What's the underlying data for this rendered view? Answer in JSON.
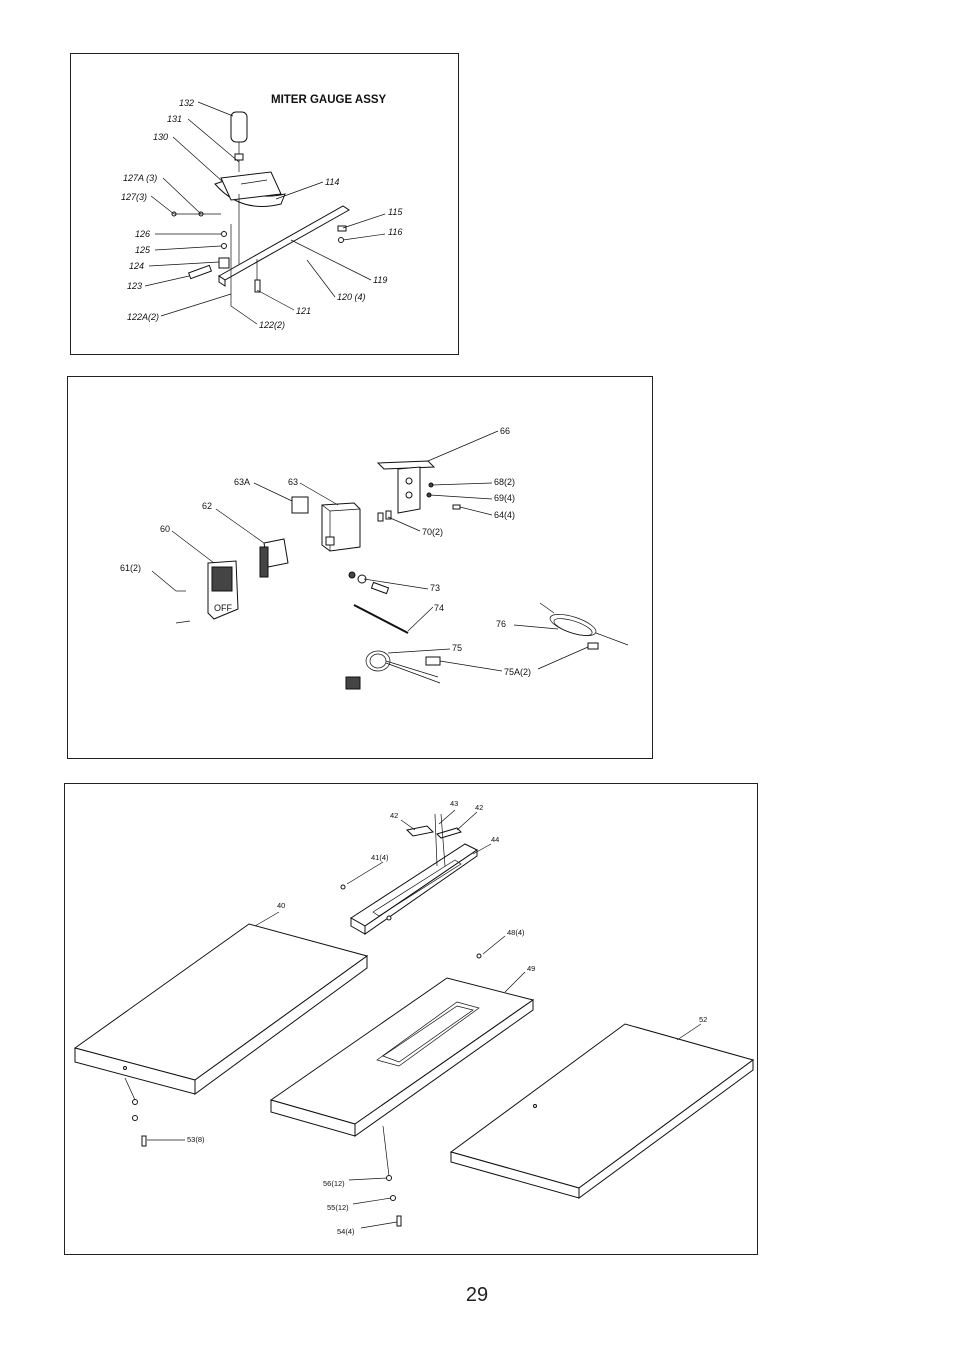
{
  "miter_gauge": {
    "title": "MITER GAUGE ASSY",
    "labels": [
      "132",
      "131",
      "130",
      "127A (3)",
      "127(3)",
      "114",
      "115",
      "116",
      "126",
      "125",
      "124",
      "123",
      "119",
      "120 (4)",
      "121",
      "122A(2)",
      "122(2)"
    ]
  },
  "switch_assy": {
    "labels": [
      "66",
      "63A",
      "63",
      "68(2)",
      "69(4)",
      "64(4)",
      "62",
      "70(2)",
      "60",
      "61(2)",
      "73",
      "74",
      "76",
      "75",
      "75A(2)"
    ],
    "switch_text": "OFF"
  },
  "table_assy": {
    "labels": [
      "42",
      "43",
      "42",
      "44",
      "41(4)",
      "40",
      "48(4)",
      "49",
      "52",
      "53(8)",
      "56(12)",
      "55(12)",
      "54(4)"
    ]
  },
  "page": {
    "number": "29"
  }
}
